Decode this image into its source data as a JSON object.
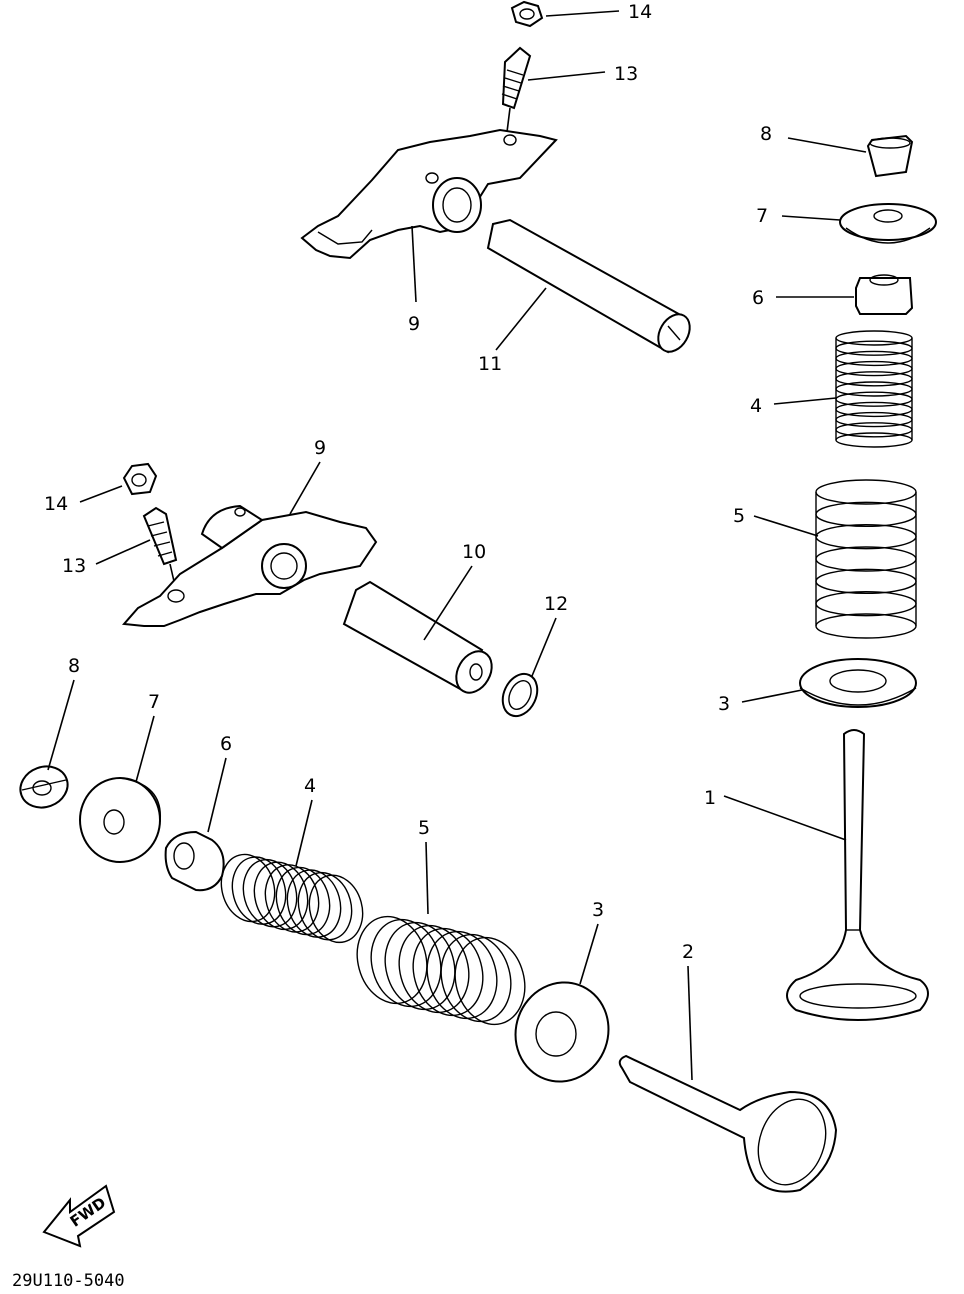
{
  "diagram": {
    "drawing_code": "29U110-5040",
    "direction_marker": "FWD",
    "callouts": [
      {
        "id": "c14a",
        "label": "14",
        "part": "nut"
      },
      {
        "id": "c13a",
        "label": "13",
        "part": "adjusting-screw"
      },
      {
        "id": "c9a",
        "label": "9",
        "part": "rocker-arm"
      },
      {
        "id": "c11",
        "label": "11",
        "part": "rocker-shaft"
      },
      {
        "id": "c8a",
        "label": "8",
        "part": "valve-cotter"
      },
      {
        "id": "c7a",
        "label": "7",
        "part": "valve-spring-retainer"
      },
      {
        "id": "c6a",
        "label": "6",
        "part": "valve-stem-seal"
      },
      {
        "id": "c4a",
        "label": "4",
        "part": "valve-spring-inner"
      },
      {
        "id": "c5a",
        "label": "5",
        "part": "valve-spring-outer"
      },
      {
        "id": "c3a",
        "label": "3",
        "part": "valve-spring-seat"
      },
      {
        "id": "c1",
        "label": "1",
        "part": "intake-valve"
      },
      {
        "id": "c9b",
        "label": "9",
        "part": "rocker-arm"
      },
      {
        "id": "c14b",
        "label": "14",
        "part": "nut"
      },
      {
        "id": "c13b",
        "label": "13",
        "part": "adjusting-screw"
      },
      {
        "id": "c10",
        "label": "10",
        "part": "rocker-shaft"
      },
      {
        "id": "c12",
        "label": "12",
        "part": "o-ring"
      },
      {
        "id": "c8b",
        "label": "8",
        "part": "valve-cotter"
      },
      {
        "id": "c7b",
        "label": "7",
        "part": "valve-spring-retainer"
      },
      {
        "id": "c6b",
        "label": "6",
        "part": "valve-stem-seal"
      },
      {
        "id": "c4b",
        "label": "4",
        "part": "valve-spring-inner"
      },
      {
        "id": "c5b",
        "label": "5",
        "part": "valve-spring-outer"
      },
      {
        "id": "c3b",
        "label": "3",
        "part": "valve-spring-seat"
      },
      {
        "id": "c2",
        "label": "2",
        "part": "exhaust-valve"
      }
    ]
  }
}
